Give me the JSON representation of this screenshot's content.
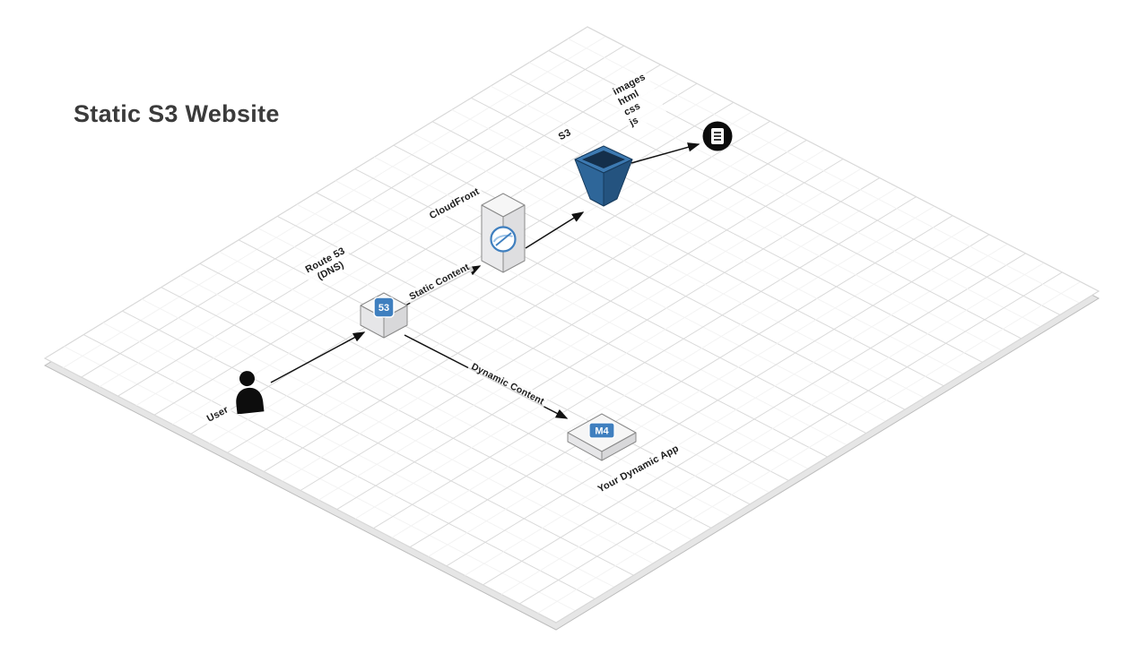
{
  "title": "Static S3 Website",
  "nodes": {
    "user": {
      "label": "User"
    },
    "route53": {
      "label": "Route 53\n(DNS)",
      "badge": "53"
    },
    "cloudfront": {
      "label": "CloudFront"
    },
    "s3": {
      "label": "S3"
    },
    "files": {
      "label": "images\nhtml\ncss\njs"
    },
    "app": {
      "label": "Your Dynamic App",
      "badge": "M4"
    }
  },
  "connectors": {
    "route53_cloudfront": {
      "label": "Static Content"
    },
    "route53_app": {
      "label": "Dynamic Content"
    }
  },
  "colors": {
    "accent": "#3f7fbf",
    "accent_soft": "#9cc3e8",
    "bucket_rim": "#3d7ab2",
    "bucket_left": "#2e6699",
    "bucket_right": "#24537f",
    "bucket_opening": "#142f4b",
    "ink": "#111111"
  }
}
